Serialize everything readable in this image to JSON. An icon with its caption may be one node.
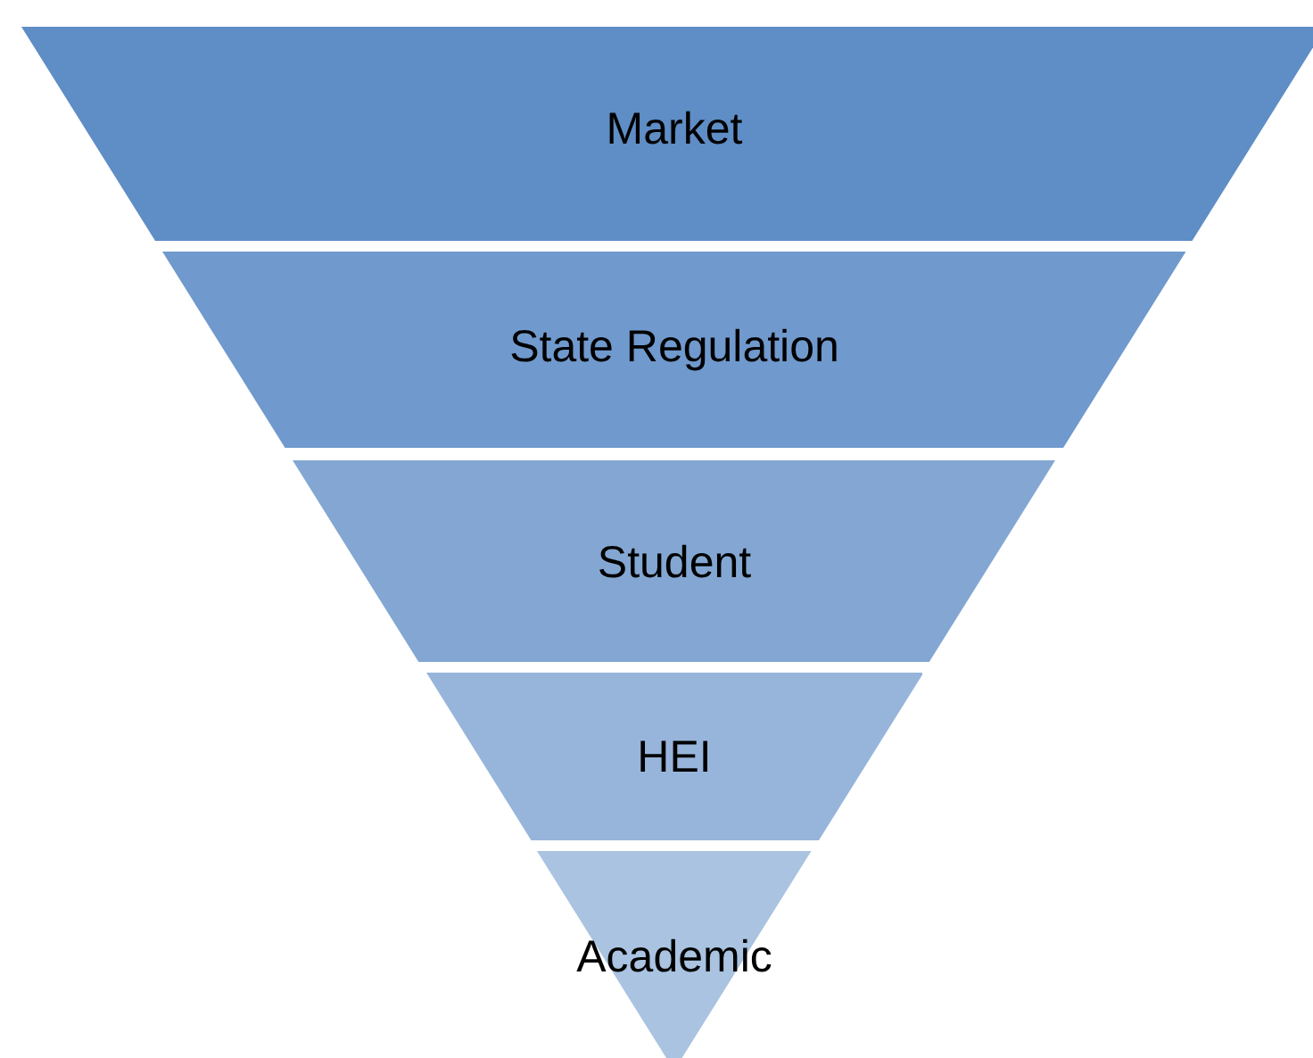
{
  "diagram": {
    "nodes": [
      {
        "text": [
          "Market"
        ]
      },
      {
        "text": [
          "State Regulation"
        ]
      },
      {
        "text": [
          "Student"
        ]
      },
      {
        "text": [
          "HEI"
        ]
      },
      {
        "text": [
          "Academic"
        ]
      }
    ]
  }
}
